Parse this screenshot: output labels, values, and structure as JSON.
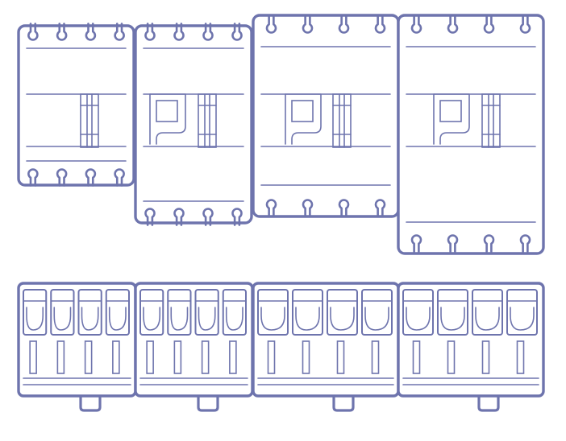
{
  "colors": {
    "stroke": "#6e74ad",
    "background": "#ffffff"
  },
  "front_views": [
    {
      "id": "front-1",
      "poles": 4,
      "variant": "compact",
      "has_rcd_window": false
    },
    {
      "id": "front-2",
      "poles": 4,
      "variant": "compact",
      "has_rcd_window": true
    },
    {
      "id": "front-3",
      "poles": 4,
      "variant": "medium",
      "has_rcd_window": true
    },
    {
      "id": "front-4",
      "poles": 4,
      "variant": "tall",
      "has_rcd_window": true
    }
  ],
  "bottom_views": [
    {
      "id": "bottom-1",
      "poles": 4
    },
    {
      "id": "bottom-2",
      "poles": 4
    },
    {
      "id": "bottom-3",
      "poles": 4
    },
    {
      "id": "bottom-4",
      "poles": 4
    }
  ]
}
